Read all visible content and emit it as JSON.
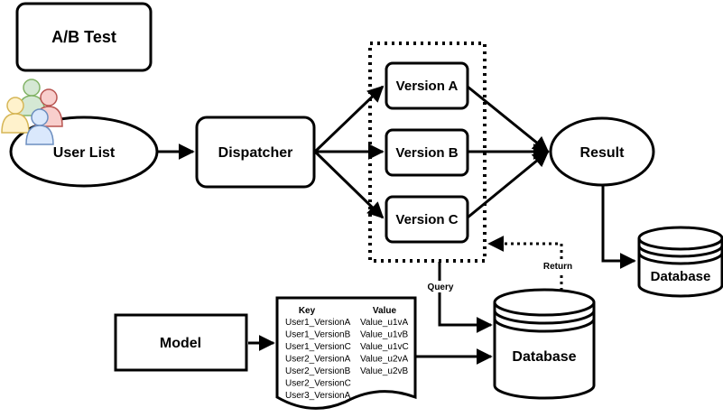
{
  "title": "A/B Test",
  "nodes": {
    "user_list": "User List",
    "dispatcher": "Dispatcher",
    "version_a": "Version A",
    "version_b": "Version B",
    "version_c": "Version C",
    "result": "Result",
    "database_result": "Database",
    "model": "Model",
    "database_main": "Database"
  },
  "edge_labels": {
    "query": "Query",
    "return": "Return"
  },
  "key_value_table": {
    "headers": [
      "Key",
      "Value"
    ],
    "rows": [
      [
        "User1_VersionA",
        "Value_u1vA"
      ],
      [
        "User1_VersionB",
        "Value_u1vB"
      ],
      [
        "User1_VersionC",
        "Value_u1vC"
      ],
      [
        "User2_VersionA",
        "Value_u2vA"
      ],
      [
        "User2_VersionB",
        "Value_u2vB"
      ],
      [
        "User2_VersionC",
        ""
      ],
      [
        "User3_VersionA",
        ""
      ]
    ]
  },
  "colors": {
    "stroke": "#000000",
    "user_green": "#d5e8d4",
    "user_green_stroke": "#82b366",
    "user_red": "#f8cecc",
    "user_red_stroke": "#b85450",
    "user_yellow": "#fff2cc",
    "user_yellow_stroke": "#d6b656",
    "user_blue": "#dae8fc",
    "user_blue_stroke": "#6c8ebf"
  }
}
